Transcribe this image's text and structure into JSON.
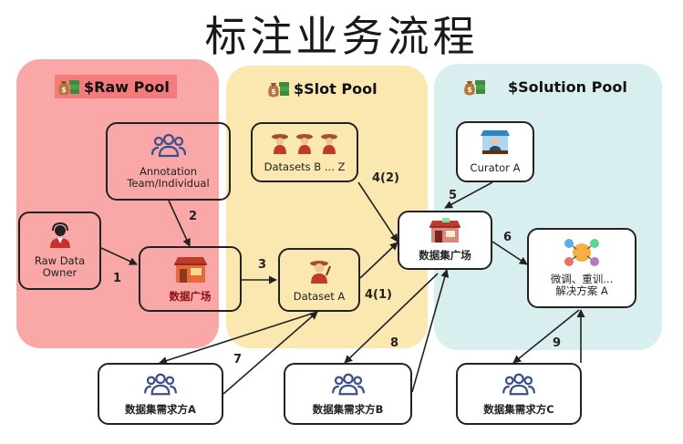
{
  "title": "标注业务流程",
  "pools": {
    "raw": "$Raw Pool",
    "slot": "$Slot Pool",
    "solution": "$Solution Pool"
  },
  "nodes": {
    "annotation_team": "Annotation\nTeam/Individual",
    "raw_data_owner": "Raw Data\nOwner",
    "marketplace_raw": "数据广场",
    "datasets_bz": "Datasets B ... Z",
    "dataset_a": "Dataset A",
    "curator": "Curator A",
    "dataset_market": "数据集广场",
    "solution_a": "微调、重训...\n解决方案 A",
    "demand_a": "数据集需求方A",
    "demand_b": "数据集需求方B",
    "demand_c": "数据集需求方C"
  },
  "steps": {
    "s1": "1",
    "s2": "2",
    "s3": "3",
    "s4_1": "4(1)",
    "s4_2": "4(2)",
    "s5": "5",
    "s6": "6",
    "s7": "7",
    "s8": "8",
    "s9": "9"
  },
  "colors": {
    "raw_pool": "#f9a7a7",
    "raw_label": "#f47b7b",
    "slot_pool": "#fbe7b0",
    "solution_pool": "#d9eeef",
    "people_icon": "#3b4f8c",
    "line": "#222222"
  },
  "icons": {
    "pool": "money-bag-icon",
    "team": "people-group-icon",
    "owner": "support-person-icon",
    "market": "storefront-icon",
    "datasets": "cowboy-icon",
    "curator": "curator-shop-icon",
    "solution": "network-solution-icon",
    "demand": "people-group-icon"
  }
}
